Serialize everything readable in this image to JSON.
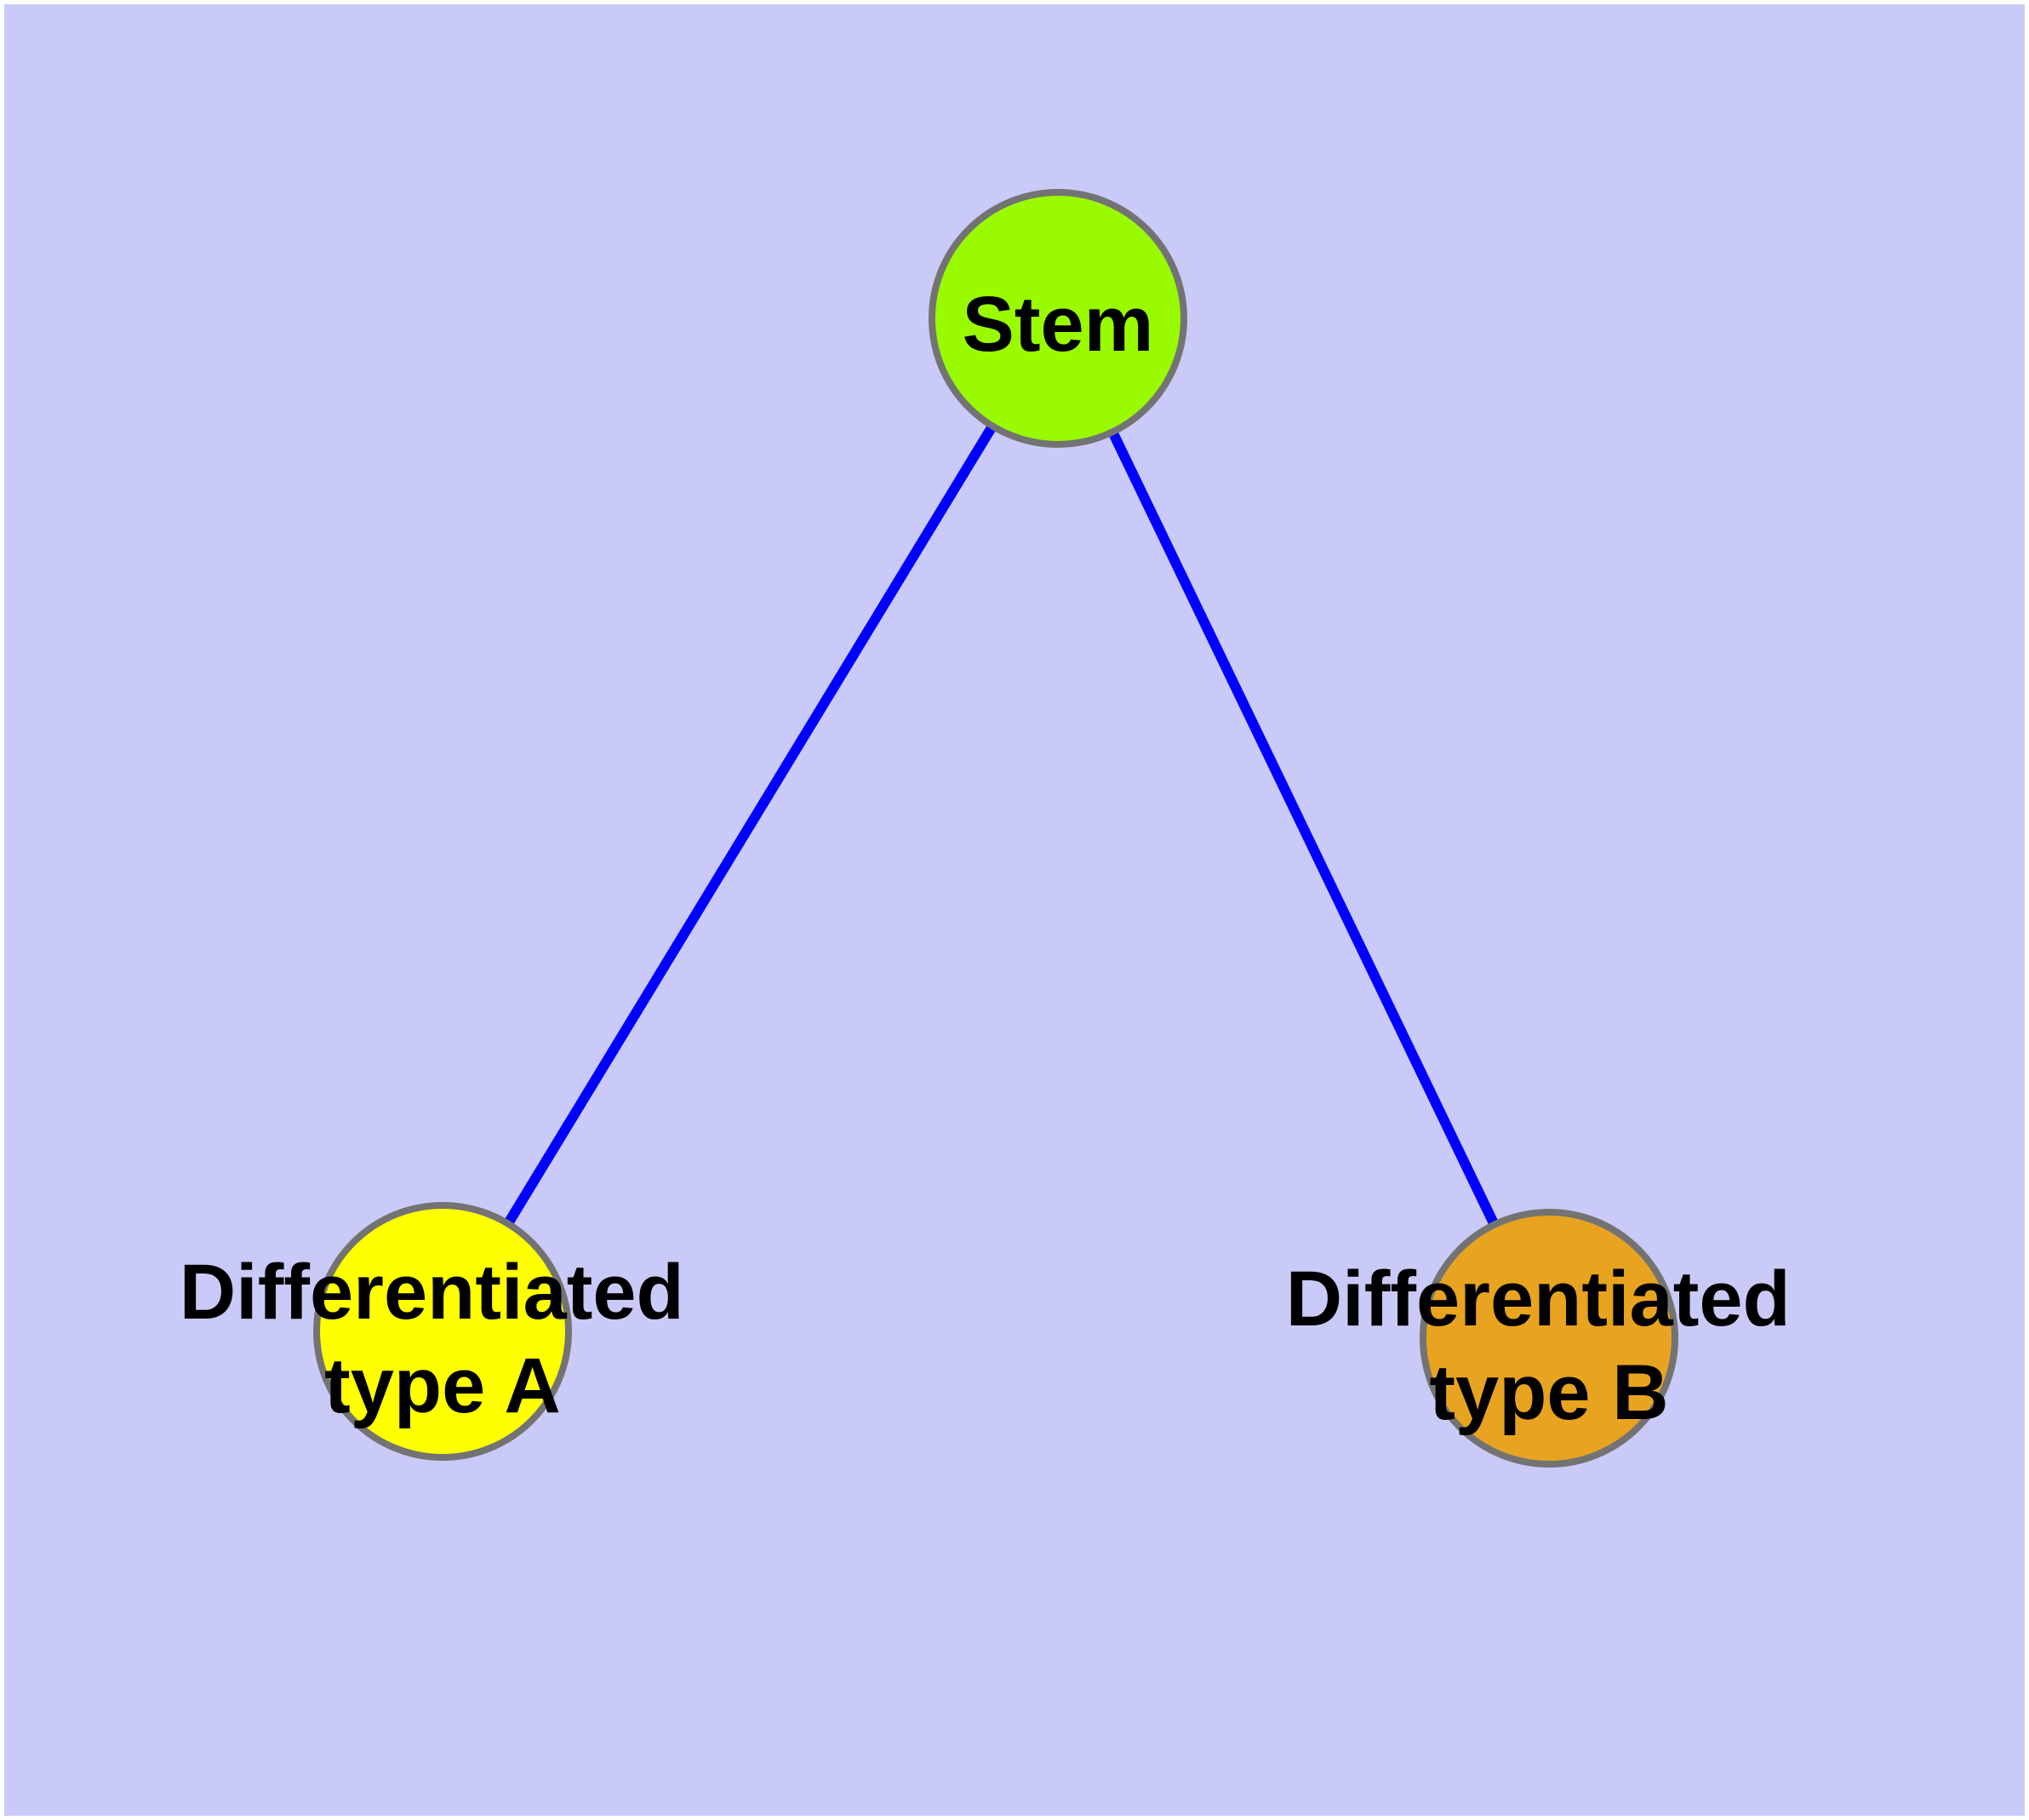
{
  "figure": {
    "background_color": "#ffffff",
    "canvas_color": "#cacaf8"
  },
  "graph": {
    "type": "node-link-diagram",
    "nodes": [
      {
        "id": "stem",
        "label": "Stem",
        "lines": [
          "Stem"
        ],
        "fill": "#9afa00"
      },
      {
        "id": "differentiated-type-a",
        "label": "Differentiated type A",
        "lines": [
          "Differentiated",
          "type A"
        ],
        "fill": "#ffff00"
      },
      {
        "id": "differentiated-type-b",
        "label": "Differentiated type B",
        "lines": [
          "Differentiated",
          "type B"
        ],
        "fill": "#e8a420"
      }
    ],
    "edges": [
      {
        "from": "Stem",
        "to": "Differentiated type A"
      },
      {
        "from": "Stem",
        "to": "Differentiated type B"
      }
    ],
    "edge_color": "#0000ff",
    "node_border_color": "#737373",
    "label_color": "#000000"
  }
}
